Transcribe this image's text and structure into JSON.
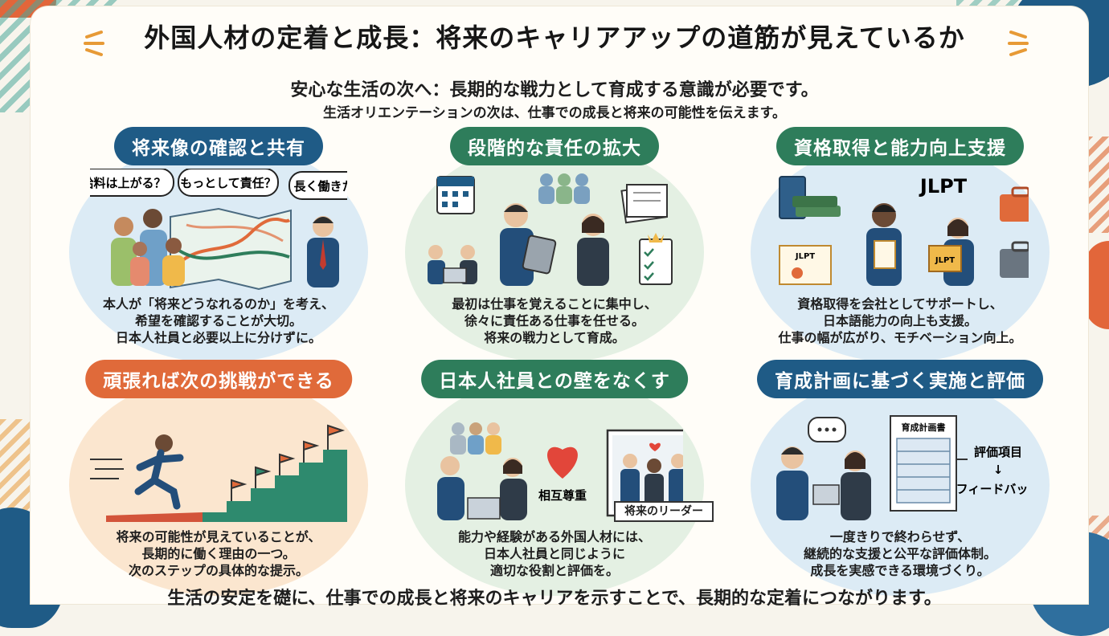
{
  "header": {
    "title": "外国人材の定着と成長：将来のキャリアアップの道筋が見えているか",
    "subtitle": "安心な生活の次へ：長期的な戦力として育成する意識が必要です。",
    "lead": "生活オリエンテーションの次は、仕事での成長と将来の可能性を伝えます。"
  },
  "cards": [
    {
      "heading": "将来像の確認と共有",
      "bubbles": [
        "給料は上がる？",
        "もっとして責任？",
        "長く働きたい？"
      ],
      "lines": [
        "本人が「将来どうなれるのか」を考え、",
        "希望を確認することが大切。",
        "日本人社員と必要以上に分けずに。"
      ]
    },
    {
      "heading": "段階的な責任の拡大",
      "lines": [
        "最初は仕事を覚えることに集中し、",
        "徐々に責任ある仕事を任せる。",
        "将来の戦力として育成。"
      ]
    },
    {
      "heading": "資格取得と能力向上支援",
      "jlpt": "JLPT",
      "cert": "JLPT",
      "book": "JLPT",
      "lines": [
        "資格取得を会社としてサポートし、",
        "日本語能力の向上も支援。",
        "仕事の幅が広がり、モチベーション向上。"
      ]
    },
    {
      "heading": "頑張れば次の挑戦ができる",
      "lines": [
        "将来の可能性が見えていることが、",
        "長期的に働く理由の一つ。",
        "次のステップの具体的な提示。"
      ]
    },
    {
      "heading": "日本人社員との壁をなくす",
      "respect": "相互尊重",
      "leader": "将来のリーダー",
      "lines": [
        "能力や経験がある外国人材には、",
        "日本人社員と同じように",
        "適切な役割と評価を。"
      ]
    },
    {
      "heading": "育成計画に基づく実施と評価",
      "plan": "育成計画書",
      "eval": "評価項目",
      "arrow": "↓",
      "feedback": "フィードバック",
      "lines": [
        "一度きりで終わらせず、",
        "継続的な支援と公平な評価体制。",
        "成長を実感できる環境づくり。"
      ]
    }
  ],
  "footer": "生活の安定を礎に、仕事での成長と将来のキャリアを示すことで、長期的な定着につながります。",
  "colors": {
    "blue": "#1f5b86",
    "green": "#2e7d5b",
    "orange": "#e06a3a",
    "circle_blue": "#dcebf5",
    "circle_green": "#e4f0e3",
    "circle_orange": "#fbe6cf"
  }
}
